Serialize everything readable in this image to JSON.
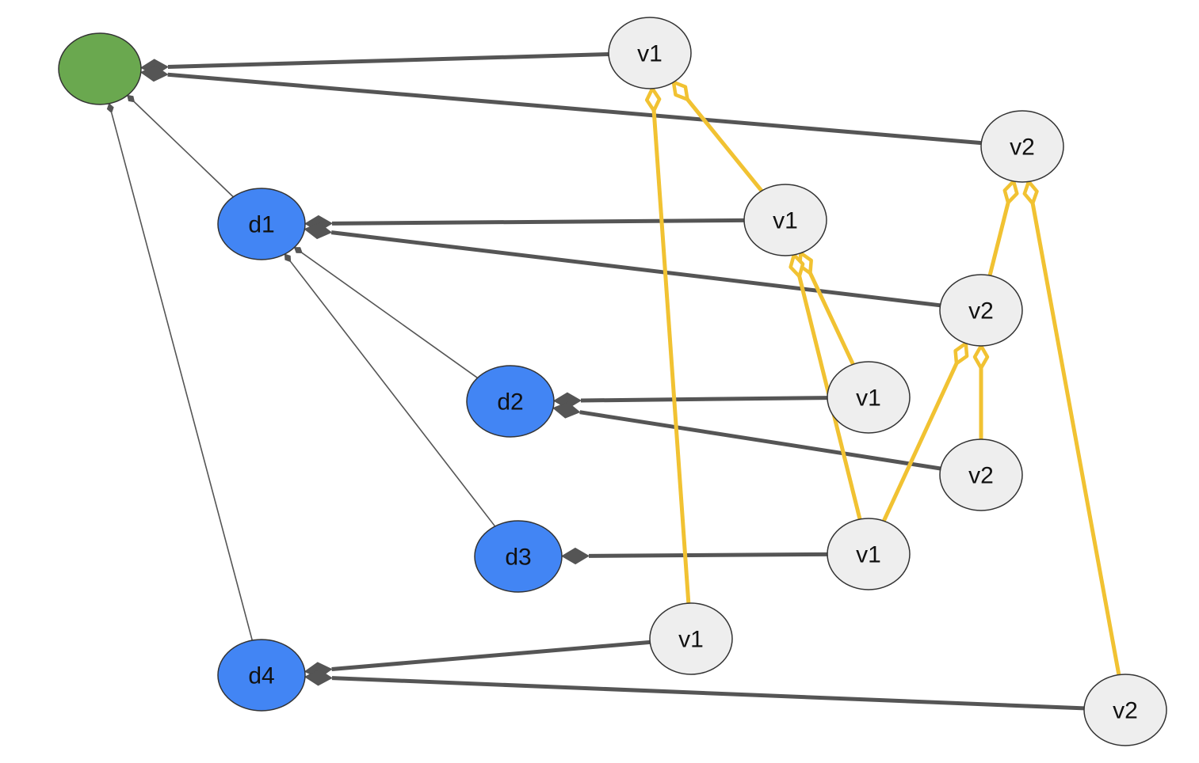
{
  "colors": {
    "root": "#6aa84f",
    "dir": "#4285f4",
    "version": "#eeeeee",
    "edge_dark": "#555555",
    "edge_thin": "#555555",
    "edge_yellow": "#f1c232",
    "node_stroke": "#333333"
  },
  "nodes": [
    {
      "id": "root",
      "kind": "root",
      "label": ""
    },
    {
      "id": "d1",
      "kind": "dir",
      "label": "d1"
    },
    {
      "id": "d2",
      "kind": "dir",
      "label": "d2"
    },
    {
      "id": "d3",
      "kind": "dir",
      "label": "d3"
    },
    {
      "id": "d4",
      "kind": "dir",
      "label": "d4"
    },
    {
      "id": "root_v1",
      "kind": "version",
      "label": "v1"
    },
    {
      "id": "root_v2",
      "kind": "version",
      "label": "v2"
    },
    {
      "id": "d1_v1",
      "kind": "version",
      "label": "v1"
    },
    {
      "id": "d1_v2",
      "kind": "version",
      "label": "v2"
    },
    {
      "id": "d2_v1",
      "kind": "version",
      "label": "v1"
    },
    {
      "id": "d2_v2",
      "kind": "version",
      "label": "v2"
    },
    {
      "id": "d3_v1",
      "kind": "version",
      "label": "v1"
    },
    {
      "id": "d4_v1",
      "kind": "version",
      "label": "v1"
    },
    {
      "id": "d4_v2",
      "kind": "version",
      "label": "v2"
    }
  ],
  "edges": [
    {
      "from": "d1",
      "to": "root",
      "style": "thin-arrow"
    },
    {
      "from": "d4",
      "to": "root",
      "style": "thin-arrow"
    },
    {
      "from": "d2",
      "to": "d1",
      "style": "thin-arrow"
    },
    {
      "from": "d3",
      "to": "d1",
      "style": "thin-arrow"
    },
    {
      "from": "root_v1",
      "to": "root",
      "style": "diamond"
    },
    {
      "from": "root_v2",
      "to": "root",
      "style": "diamond"
    },
    {
      "from": "d1_v1",
      "to": "d1",
      "style": "diamond"
    },
    {
      "from": "d1_v2",
      "to": "d1",
      "style": "diamond"
    },
    {
      "from": "d2_v1",
      "to": "d2",
      "style": "diamond"
    },
    {
      "from": "d2_v2",
      "to": "d2",
      "style": "diamond"
    },
    {
      "from": "d3_v1",
      "to": "d3",
      "style": "diamond"
    },
    {
      "from": "d4_v1",
      "to": "d4",
      "style": "diamond"
    },
    {
      "from": "d4_v2",
      "to": "d4",
      "style": "diamond"
    },
    {
      "from": "d1_v1",
      "to": "root_v1",
      "style": "yellow-open-diamond"
    },
    {
      "from": "d4_v1",
      "to": "root_v1",
      "style": "yellow-open-diamond"
    },
    {
      "from": "d1_v2",
      "to": "root_v2",
      "style": "yellow-open-diamond"
    },
    {
      "from": "d4_v2",
      "to": "root_v2",
      "style": "yellow-open-diamond"
    },
    {
      "from": "d2_v1",
      "to": "d1_v1",
      "style": "yellow-open-diamond"
    },
    {
      "from": "d3_v1",
      "to": "d1_v1",
      "style": "yellow-open-diamond"
    },
    {
      "from": "d2_v2",
      "to": "d1_v2",
      "style": "yellow-open-diamond"
    },
    {
      "from": "d3_v1",
      "to": "d1_v2",
      "style": "yellow-open-diamond"
    }
  ]
}
